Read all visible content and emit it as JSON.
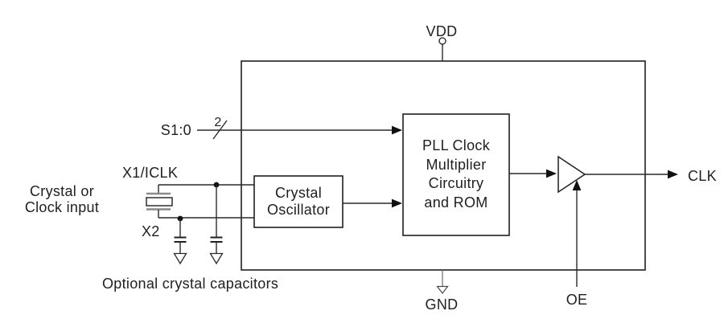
{
  "diagram": {
    "description": "PLL clock multiplier functional block diagram",
    "power_pin": "VDD",
    "ground_pin": "GND",
    "select_bus": {
      "label": "S1:0",
      "width": "2"
    },
    "inputs": {
      "x1": "X1/ICLK",
      "x2": "X2",
      "oe": "OE"
    },
    "output": {
      "clk": "CLK"
    },
    "blocks": {
      "crystal_oscillator": {
        "line1": "Crystal",
        "line2": "Oscillator"
      },
      "pll": {
        "line1": "PLL Clock",
        "line2": "Multiplier",
        "line3": "Circuitry",
        "line4": "and ROM"
      }
    },
    "annotations": {
      "crystal_input_line1": "Crystal or",
      "crystal_input_line2": "Clock input",
      "optional_caps": "Optional crystal capacitors"
    },
    "colors": {
      "line": "#2a2a2a",
      "crystal_plate": "#8a8a8a",
      "background": "#ffffff"
    }
  }
}
